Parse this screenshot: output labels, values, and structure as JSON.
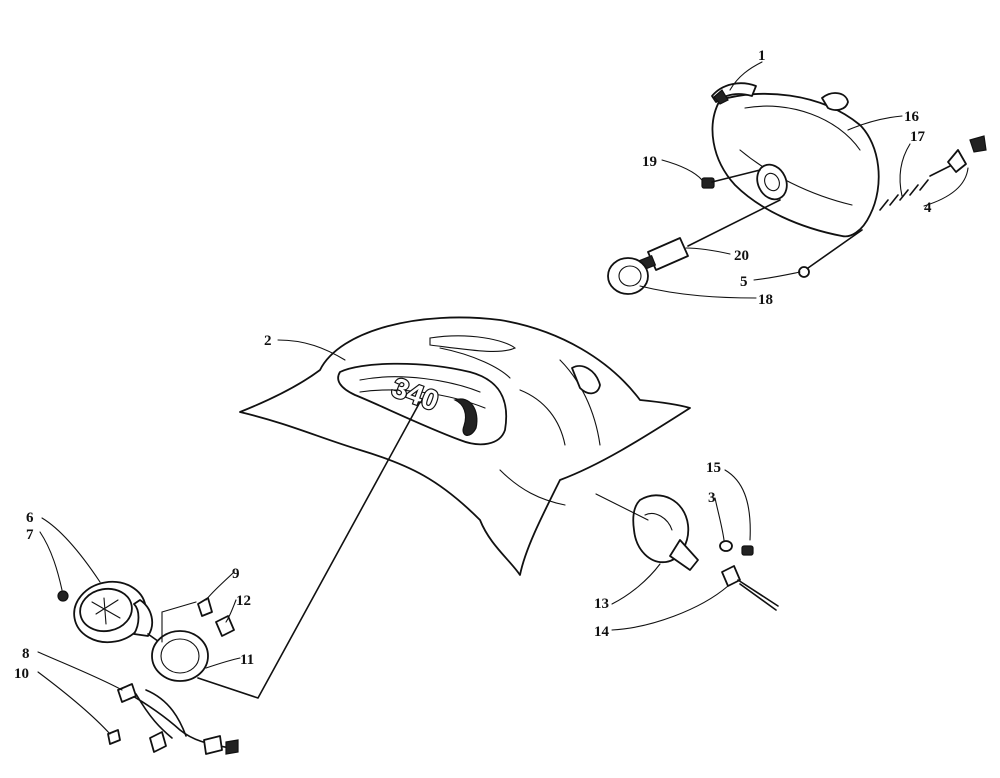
{
  "callouts": [
    {
      "id": "1",
      "label": "1"
    },
    {
      "id": "2",
      "label": "2"
    },
    {
      "id": "3",
      "label": "3"
    },
    {
      "id": "4",
      "label": "4"
    },
    {
      "id": "5",
      "label": "5"
    },
    {
      "id": "6",
      "label": "6"
    },
    {
      "id": "7",
      "label": "7"
    },
    {
      "id": "8",
      "label": "8"
    },
    {
      "id": "9",
      "label": "9"
    },
    {
      "id": "10",
      "label": "10"
    },
    {
      "id": "11",
      "label": "11"
    },
    {
      "id": "12",
      "label": "12"
    },
    {
      "id": "13",
      "label": "13"
    },
    {
      "id": "14",
      "label": "14"
    },
    {
      "id": "15",
      "label": "15"
    },
    {
      "id": "16",
      "label": "16"
    },
    {
      "id": "17",
      "label": "17"
    },
    {
      "id": "18",
      "label": "18"
    },
    {
      "id": "19",
      "label": "19"
    },
    {
      "id": "20",
      "label": "20"
    }
  ],
  "emblem_text": "340"
}
